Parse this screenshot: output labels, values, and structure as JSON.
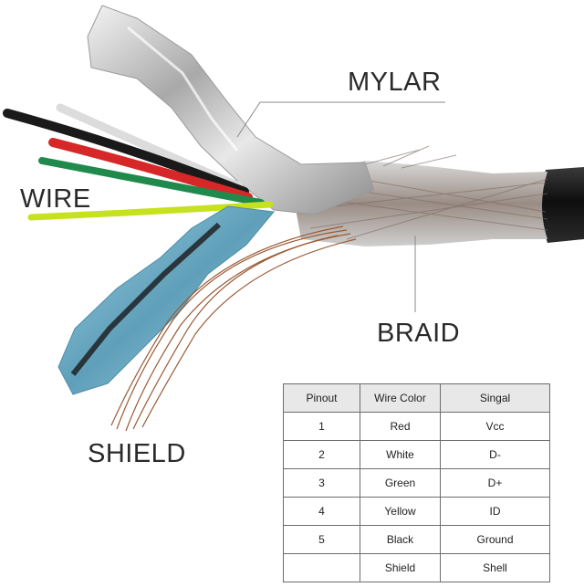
{
  "labels": {
    "mylar": "MYLAR",
    "wire": "WIRE",
    "braid": "BRAID",
    "shield": "SHIELD"
  },
  "table": {
    "headers": [
      "Pinout",
      "Wire Color",
      "Singal"
    ],
    "rows": [
      [
        "1",
        "Red",
        "Vcc"
      ],
      [
        "2",
        "White",
        "D-"
      ],
      [
        "3",
        "Green",
        "D+"
      ],
      [
        "4",
        "Yellow",
        "ID"
      ],
      [
        "5",
        "Black",
        "Ground"
      ],
      [
        "",
        "Shield",
        "Shell"
      ]
    ]
  },
  "colors": {
    "jacket": "#151515",
    "red_wire": "#d62828",
    "white_wire": "#e6e6e6",
    "green_wire": "#1f8a4c",
    "yellow_wire": "#c6e11e",
    "black_wire": "#1a1a1a",
    "blue_foil": "#7fb8d0",
    "copper_drain": "#9a5a35",
    "foil": "#cfcfcf",
    "leader_line": "#8a8a8a"
  }
}
